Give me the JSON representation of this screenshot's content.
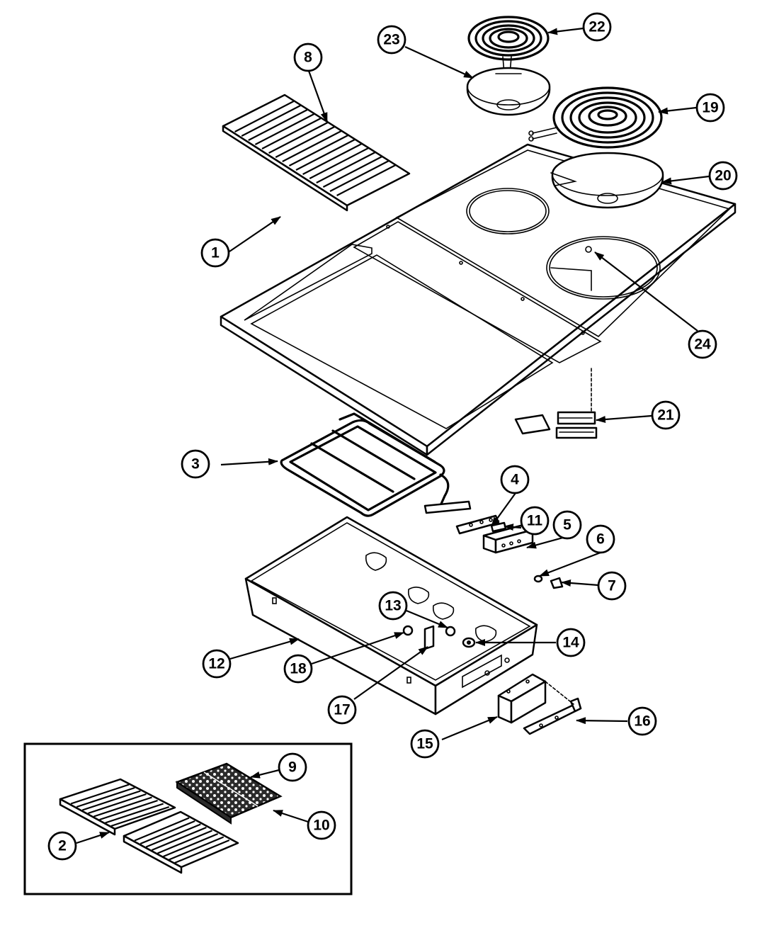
{
  "diagram": {
    "callouts": [
      {
        "label": "1"
      },
      {
        "label": "2"
      },
      {
        "label": "3"
      },
      {
        "label": "4"
      },
      {
        "label": "5"
      },
      {
        "label": "6"
      },
      {
        "label": "7"
      },
      {
        "label": "8"
      },
      {
        "label": "9"
      },
      {
        "label": "10"
      },
      {
        "label": "11"
      },
      {
        "label": "12"
      },
      {
        "label": "13"
      },
      {
        "label": "14"
      },
      {
        "label": "15"
      },
      {
        "label": "16"
      },
      {
        "label": "17"
      },
      {
        "label": "18"
      },
      {
        "label": "19"
      },
      {
        "label": "20"
      },
      {
        "label": "21"
      },
      {
        "label": "22"
      },
      {
        "label": "23"
      },
      {
        "label": "24"
      }
    ],
    "line_color": "#000000",
    "background_color": "#ffffff"
  }
}
